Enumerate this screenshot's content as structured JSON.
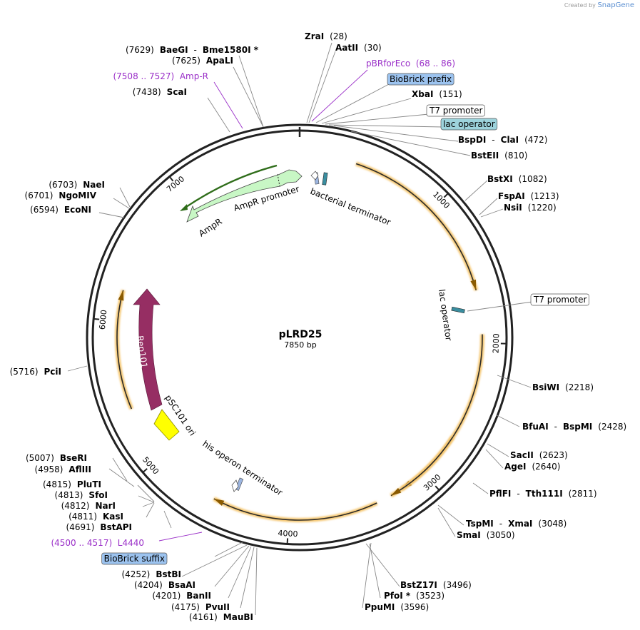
{
  "credit": {
    "prefix": "Created by",
    "brand": "SnapGene"
  },
  "plasmid": {
    "name": "pLRD25",
    "size_label": "7850 bp",
    "length": 7850
  },
  "ticks": [
    "1000",
    "2000",
    "3000",
    "4000",
    "5000",
    "6000",
    "7000"
  ],
  "sites": [
    {
      "side": "R",
      "parts": [
        {
          "n": "ZraI",
          "b": 1
        },
        {
          "n": "(28)",
          "b": 0
        }
      ]
    },
    {
      "side": "R",
      "parts": [
        {
          "n": "AatII",
          "b": 1
        },
        {
          "n": "(30)",
          "b": 0
        }
      ]
    },
    {
      "side": "R",
      "kind": "feature",
      "parts": [
        {
          "n": "pBRforEco",
          "b": 0
        },
        {
          "n": "(68 .. 86)",
          "b": 0
        }
      ]
    },
    {
      "side": "R",
      "kind": "box",
      "fill": "#9cc3ef",
      "parts": [
        {
          "n": "BioBrick prefix",
          "b": 0
        }
      ]
    },
    {
      "side": "R",
      "parts": [
        {
          "n": "XbaI",
          "b": 1
        },
        {
          "n": "(151)",
          "b": 0
        }
      ]
    },
    {
      "side": "R",
      "kind": "box",
      "fill": "#ffffff",
      "parts": [
        {
          "n": "T7 promoter",
          "b": 0
        }
      ]
    },
    {
      "side": "R",
      "kind": "box",
      "fill": "#9dd3dc",
      "parts": [
        {
          "n": "lac operator",
          "b": 0
        }
      ]
    },
    {
      "side": "R",
      "parts": [
        {
          "n": "BspDI",
          "b": 1
        },
        {
          "n": "-",
          "b": 0
        },
        {
          "n": "ClaI",
          "b": 1
        },
        {
          "n": "(472)",
          "b": 0
        }
      ]
    },
    {
      "side": "R",
      "parts": [
        {
          "n": "BstEII",
          "b": 1
        },
        {
          "n": "(810)",
          "b": 0
        }
      ]
    },
    {
      "side": "R",
      "parts": [
        {
          "n": "BstXI",
          "b": 1
        },
        {
          "n": "(1082)",
          "b": 0
        }
      ]
    },
    {
      "side": "R",
      "parts": [
        {
          "n": "FspAI",
          "b": 1
        },
        {
          "n": "(1213)",
          "b": 0
        }
      ]
    },
    {
      "side": "R",
      "parts": [
        {
          "n": "NsiI",
          "b": 1
        },
        {
          "n": "(1220)",
          "b": 0
        }
      ]
    },
    {
      "side": "R",
      "kind": "box",
      "fill": "#ffffff",
      "parts": [
        {
          "n": "T7 promoter",
          "b": 0
        }
      ]
    },
    {
      "side": "R",
      "parts": [
        {
          "n": "BsiWI",
          "b": 1
        },
        {
          "n": "(2218)",
          "b": 0
        }
      ]
    },
    {
      "side": "R",
      "parts": [
        {
          "n": "BfuAI",
          "b": 1
        },
        {
          "n": "-",
          "b": 0
        },
        {
          "n": "BspMI",
          "b": 1
        },
        {
          "n": "(2428)",
          "b": 0
        }
      ]
    },
    {
      "side": "R",
      "parts": [
        {
          "n": "SacII",
          "b": 1
        },
        {
          "n": "(2623)",
          "b": 0
        }
      ]
    },
    {
      "side": "R",
      "parts": [
        {
          "n": "AgeI",
          "b": 1
        },
        {
          "n": "(2640)",
          "b": 0
        }
      ]
    },
    {
      "side": "R",
      "parts": [
        {
          "n": "PflFI",
          "b": 1
        },
        {
          "n": "-",
          "b": 0
        },
        {
          "n": "Tth111I",
          "b": 1
        },
        {
          "n": "(2811)",
          "b": 0
        }
      ]
    },
    {
      "side": "R",
      "parts": [
        {
          "n": "TspMI",
          "b": 1
        },
        {
          "n": "-",
          "b": 0
        },
        {
          "n": "XmaI",
          "b": 1
        },
        {
          "n": "(3048)",
          "b": 0
        }
      ]
    },
    {
      "side": "R",
      "parts": [
        {
          "n": "SmaI",
          "b": 1
        },
        {
          "n": "(3050)",
          "b": 0
        }
      ]
    },
    {
      "side": "R",
      "parts": [
        {
          "n": "BstZ17I",
          "b": 1
        },
        {
          "n": "(3496)",
          "b": 0
        }
      ]
    },
    {
      "side": "R",
      "parts": [
        {
          "n": "PfoI *",
          "b": 1
        },
        {
          "n": "(3523)",
          "b": 0
        }
      ]
    },
    {
      "side": "R",
      "parts": [
        {
          "n": "PpuMI",
          "b": 1
        },
        {
          "n": "(3596)",
          "b": 0
        }
      ]
    },
    {
      "side": "L",
      "parts": [
        {
          "n": "(7629)",
          "b": 0
        },
        {
          "n": "BaeGI",
          "b": 1
        },
        {
          "n": "-",
          "b": 0
        },
        {
          "n": "Bme1580I *",
          "b": 1
        }
      ]
    },
    {
      "side": "L",
      "parts": [
        {
          "n": "(7625)",
          "b": 0
        },
        {
          "n": "ApaLI",
          "b": 1
        }
      ]
    },
    {
      "side": "L",
      "kind": "feature",
      "parts": [
        {
          "n": "(7508 .. 7527)",
          "b": 0
        },
        {
          "n": "Amp-R",
          "b": 0
        }
      ]
    },
    {
      "side": "L",
      "parts": [
        {
          "n": "(7438)",
          "b": 0
        },
        {
          "n": "ScaI",
          "b": 1
        }
      ]
    },
    {
      "side": "L",
      "parts": [
        {
          "n": "(6703)",
          "b": 0
        },
        {
          "n": "NaeI",
          "b": 1
        }
      ]
    },
    {
      "side": "L",
      "parts": [
        {
          "n": "(6701)",
          "b": 0
        },
        {
          "n": "NgoMIV",
          "b": 1
        }
      ]
    },
    {
      "side": "L",
      "parts": [
        {
          "n": "(6594)",
          "b": 0
        },
        {
          "n": "EcoNI",
          "b": 1
        }
      ]
    },
    {
      "side": "L",
      "parts": [
        {
          "n": "(5716)",
          "b": 0
        },
        {
          "n": "PciI",
          "b": 1
        }
      ]
    },
    {
      "side": "L",
      "parts": [
        {
          "n": "(5007)",
          "b": 0
        },
        {
          "n": "BseRI",
          "b": 1
        }
      ]
    },
    {
      "side": "L",
      "parts": [
        {
          "n": "(4958)",
          "b": 0
        },
        {
          "n": "AflIII",
          "b": 1
        }
      ]
    },
    {
      "side": "L",
      "parts": [
        {
          "n": "(4815)",
          "b": 0
        },
        {
          "n": "PluTI",
          "b": 1
        }
      ]
    },
    {
      "side": "L",
      "parts": [
        {
          "n": "(4813)",
          "b": 0
        },
        {
          "n": "SfoI",
          "b": 1
        }
      ]
    },
    {
      "side": "L",
      "parts": [
        {
          "n": "(4812)",
          "b": 0
        },
        {
          "n": "NarI",
          "b": 1
        }
      ]
    },
    {
      "side": "L",
      "parts": [
        {
          "n": "(4811)",
          "b": 0
        },
        {
          "n": "KasI",
          "b": 1
        }
      ]
    },
    {
      "side": "L",
      "parts": [
        {
          "n": "(4691)",
          "b": 0
        },
        {
          "n": "BstAPI",
          "b": 1
        }
      ]
    },
    {
      "side": "L",
      "kind": "feature",
      "parts": [
        {
          "n": "(4500 .. 4517)",
          "b": 0
        },
        {
          "n": "L4440",
          "b": 0
        }
      ]
    },
    {
      "side": "L",
      "kind": "box",
      "fill": "#9cc3ef",
      "parts": [
        {
          "n": "BioBrick suffix",
          "b": 0
        }
      ]
    },
    {
      "side": "L",
      "parts": [
        {
          "n": "(4252)",
          "b": 0
        },
        {
          "n": "BstBI",
          "b": 1
        }
      ]
    },
    {
      "side": "L",
      "parts": [
        {
          "n": "(4204)",
          "b": 0
        },
        {
          "n": "BsaAI",
          "b": 1
        }
      ]
    },
    {
      "side": "L",
      "parts": [
        {
          "n": "(4201)",
          "b": 0
        },
        {
          "n": "BanII",
          "b": 1
        }
      ]
    },
    {
      "side": "L",
      "parts": [
        {
          "n": "(4175)",
          "b": 0
        },
        {
          "n": "PvuII",
          "b": 1
        }
      ]
    },
    {
      "side": "L",
      "parts": [
        {
          "n": "(4161)",
          "b": 0
        },
        {
          "n": "MauBI",
          "b": 1
        }
      ]
    }
  ],
  "features": {
    "ampr": "AmpR",
    "ampr_promoter": "AmpR promoter",
    "bacterial_terminator": "bacterial terminator",
    "lac_operator": "lac operator",
    "rep101": "Rep101",
    "psc101_ori": "pSC101 ori",
    "his_terminator": "his operon terminator"
  },
  "colors": {
    "backbone": "#222222",
    "site_line": "#888888",
    "feature_text": "#9a2fc8",
    "orf_glow": "#f5c66e",
    "ampr_fill": "#c8f7c5",
    "ampr_orf": "#2f6d1a",
    "rep101": "#962e63",
    "ori": "#ffff00",
    "lac_operator": "#3a8ea0",
    "terminator": "#9cb5e0"
  }
}
